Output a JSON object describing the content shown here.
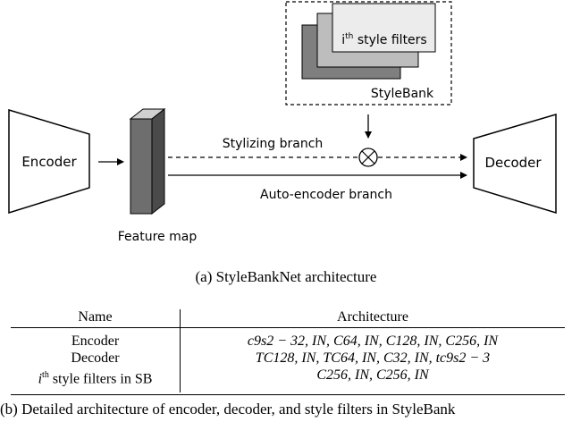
{
  "diagram": {
    "encoder_label": "Encoder",
    "decoder_label": "Decoder",
    "feature_map_label": "Feature map",
    "style_filters_label_base": "i",
    "style_filters_label_sup": "th",
    "style_filters_label_rest": " style filters",
    "stylebank_label": "StyleBank",
    "stylizing_branch_label": "Stylizing branch",
    "autoencoder_branch_label": "Auto-encoder branch"
  },
  "caption_a": "(a)  StyleBankNet architecture",
  "table": {
    "header_name": "Name",
    "header_arch": "Architecture",
    "rows": [
      {
        "name": "Encoder",
        "arch": "c9s2 − 32, IN, C64, IN, C128, IN, C256, IN"
      },
      {
        "name": "Decoder",
        "arch": "TC128, IN, TC64, IN, C32, IN, tc9s2 − 3"
      },
      {
        "name_base": "i",
        "name_sup": "th",
        "name_rest": " style filters in SB",
        "arch": "C256, IN, C256, IN"
      }
    ]
  },
  "caption_b": "(b) Detailed architecture of encoder, decoder, and style filters in StyleBank"
}
